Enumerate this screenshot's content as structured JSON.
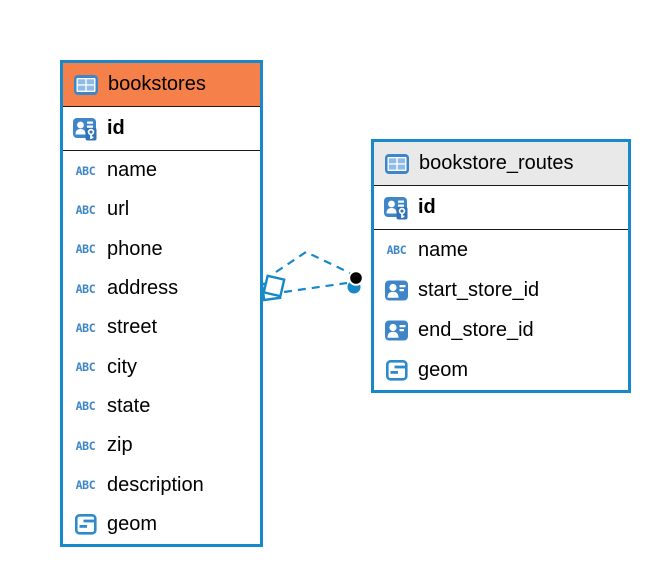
{
  "diagram": {
    "type": "entity-relationship",
    "background": "#FFFFFF",
    "colors": {
      "accent": "#1789C9",
      "icon_blue": "#3E86C8",
      "icon_cell": "#8FBCE6",
      "icon_badge": "#2F72B8",
      "header_orange": "#F6804A",
      "header_gray": "#E9E9E9",
      "divider": "#1A1A1A",
      "text": "#000000"
    },
    "icons": {
      "text_type_glyph": "ABC",
      "table_icon": "table-grid",
      "primary_key_icon": "person-with-key",
      "foreign_key_icon": "person-card",
      "geometry_icon": "square-with-lines"
    },
    "tables": [
      {
        "name": "bookstores",
        "header_bg": "#F6804A",
        "columns": [
          {
            "label": "id",
            "type": "primary-key"
          },
          {
            "label": "name",
            "type": "text"
          },
          {
            "label": "url",
            "type": "text"
          },
          {
            "label": "phone",
            "type": "text"
          },
          {
            "label": "address",
            "type": "text"
          },
          {
            "label": "street",
            "type": "text"
          },
          {
            "label": "city",
            "type": "text"
          },
          {
            "label": "state",
            "type": "text"
          },
          {
            "label": "zip",
            "type": "text"
          },
          {
            "label": "description",
            "type": "text"
          },
          {
            "label": "geom",
            "type": "geometry"
          }
        ]
      },
      {
        "name": "bookstore_routes",
        "header_bg": "#E9E9E9",
        "columns": [
          {
            "label": "id",
            "type": "primary-key"
          },
          {
            "label": "name",
            "type": "text"
          },
          {
            "label": "start_store_id",
            "type": "foreign-key"
          },
          {
            "label": "end_store_id",
            "type": "foreign-key"
          },
          {
            "label": "geom",
            "type": "geometry"
          }
        ]
      }
    ],
    "relationships": [
      {
        "from": "bookstores",
        "to": "bookstore_routes",
        "line_style": "dashed",
        "color": "#1789C9",
        "source_marker": "overlapping-squares",
        "target_marker": "stacked-dots",
        "count": 2
      }
    ]
  }
}
